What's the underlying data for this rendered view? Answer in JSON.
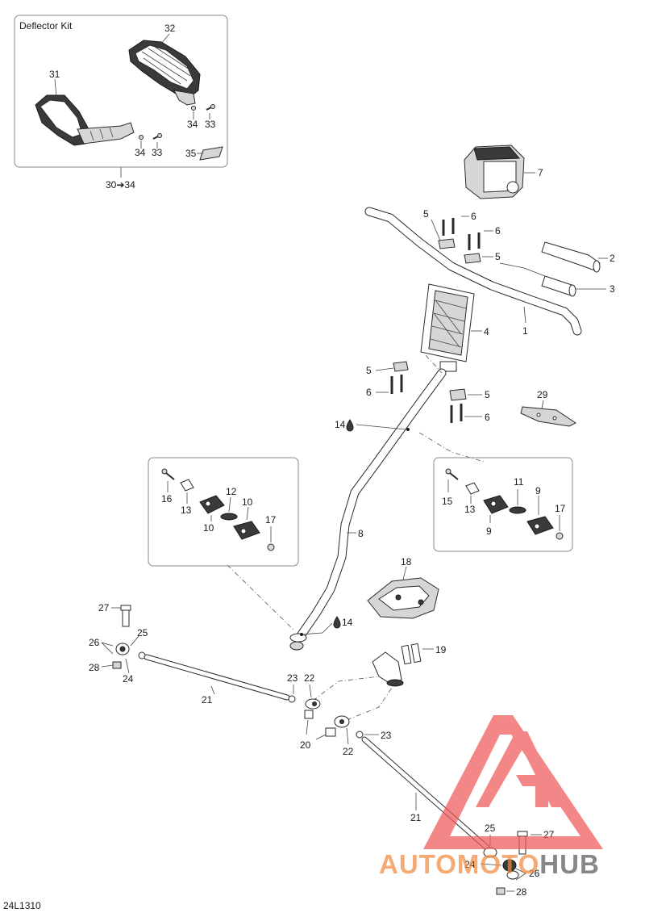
{
  "diagram": {
    "kit_title": "Deflector Kit",
    "kit_range": "30➔34",
    "figure_code": "24L1310",
    "labels": [
      "1",
      "2",
      "3",
      "4",
      "5",
      "5",
      "5",
      "5",
      "6",
      "6",
      "6",
      "6",
      "7",
      "8",
      "9",
      "9",
      "10",
      "10",
      "11",
      "12",
      "13",
      "13",
      "14",
      "14",
      "15",
      "16",
      "17",
      "17",
      "18",
      "19",
      "20",
      "21",
      "21",
      "22",
      "22",
      "23",
      "23",
      "24",
      "24",
      "25",
      "25",
      "26",
      "26",
      "27",
      "27",
      "28",
      "28",
      "29",
      "31",
      "32",
      "33",
      "33",
      "34",
      "34",
      "35"
    ]
  },
  "watermark": {
    "word_1": "AUTO",
    "word_2": "MOTO",
    "word_3": "HUB",
    "colors": {
      "accent": "#f08a3c",
      "triangle": "#ef5a5a",
      "dark": "#5a5a5a"
    }
  }
}
